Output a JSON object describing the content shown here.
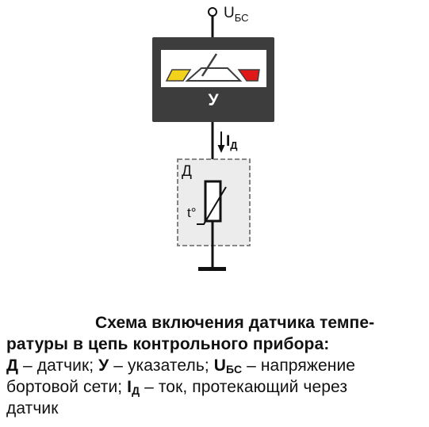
{
  "diagram": {
    "supply_terminal_label": "U",
    "supply_terminal_sub": "БС",
    "indicator_label": "У",
    "current_label": "I",
    "current_sub": "Д",
    "sensor_label": "Д",
    "temperature_label": "t°",
    "colors": {
      "indicator_body": "#3d3d3d",
      "scale_background": "#ffffff",
      "zone_yellow": "#f2d21a",
      "zone_red": "#e01818",
      "sensor_box_fill": "#ececec",
      "sensor_box_border": "#777777",
      "wire": "#111111"
    }
  },
  "caption": {
    "title_line1": "Схема включения датчика темпе-",
    "title_line2": "ратуры в цепь контрольного прибора:",
    "l3_d": "Д",
    "l3_d_text": " – датчик; ",
    "l3_u": "У",
    "l3_u_text": " – указатель; ",
    "l3_ubs": "U",
    "l3_ubs_sub": "БС",
    "l3_end": " – напряжение",
    "l4_start": "бортовой сети; ",
    "l4_i": "I",
    "l4_i_sub": "Д",
    "l4_end": " – ток, протекающий через",
    "l5": "датчик"
  }
}
